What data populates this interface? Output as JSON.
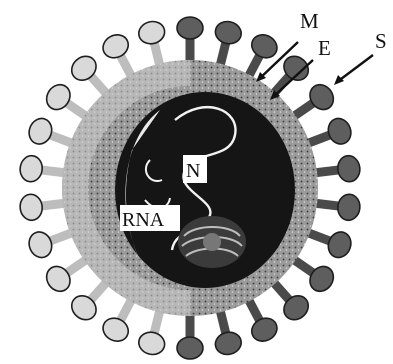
{
  "labels": {
    "M": "M",
    "E": "E",
    "S": "S",
    "N": "N",
    "RNA": "RNA"
  },
  "colors": {
    "ink": "#111111",
    "core": "#1a1a1a",
    "envelope": "#6e6e6e",
    "spike_light": "#d6d6d6",
    "spike_dark": "#595959",
    "background": "#ffffff"
  }
}
